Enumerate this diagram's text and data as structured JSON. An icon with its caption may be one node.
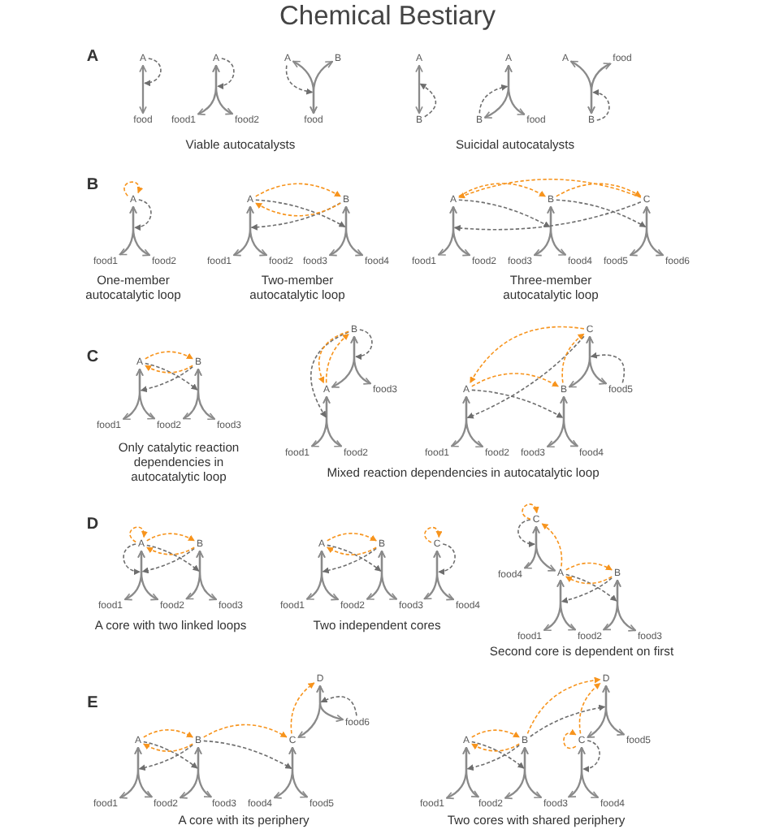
{
  "diagram": {
    "title": "Chemical Bestiary",
    "nodes": [
      {
        "text": [
          "A"
        ]
      },
      {
        "text": [
          "food"
        ]
      },
      {
        "text": [
          "A"
        ]
      },
      {
        "text": [
          "food1"
        ]
      },
      {
        "text": [
          "food2"
        ]
      },
      {
        "text": [
          "A"
        ]
      },
      {
        "text": [
          "B"
        ]
      },
      {
        "text": [
          "food"
        ]
      },
      {
        "text": [
          "A"
        ]
      },
      {
        "text": [
          "B"
        ]
      },
      {
        "text": [
          "A"
        ]
      },
      {
        "text": [
          "B"
        ]
      },
      {
        "text": [
          "food"
        ]
      },
      {
        "text": [
          "A"
        ]
      },
      {
        "text": [
          "food"
        ]
      },
      {
        "text": [
          "B"
        ]
      },
      {
        "text": [
          "A"
        ]
      },
      {
        "text": [
          "food1"
        ]
      },
      {
        "text": [
          "food2"
        ]
      },
      {
        "text": [
          "A"
        ]
      },
      {
        "text": [
          "B"
        ]
      },
      {
        "text": [
          "food1"
        ]
      },
      {
        "text": [
          "food2"
        ]
      },
      {
        "text": [
          "food3"
        ]
      },
      {
        "text": [
          "food4"
        ]
      },
      {
        "text": [
          "A"
        ]
      },
      {
        "text": [
          "B"
        ]
      },
      {
        "text": [
          "C"
        ]
      },
      {
        "text": [
          "food1"
        ]
      },
      {
        "text": [
          "food2"
        ]
      },
      {
        "text": [
          "food3"
        ]
      },
      {
        "text": [
          "food4"
        ]
      },
      {
        "text": [
          "food5"
        ]
      },
      {
        "text": [
          "food6"
        ]
      },
      {
        "text": [
          "A"
        ]
      },
      {
        "text": [
          "B"
        ]
      },
      {
        "text": [
          "food1"
        ]
      },
      {
        "text": [
          "food2"
        ]
      },
      {
        "text": [
          "food3"
        ]
      },
      {
        "text": [
          "B"
        ]
      },
      {
        "text": [
          "A"
        ]
      },
      {
        "text": [
          "food3"
        ]
      },
      {
        "text": [
          "food1"
        ]
      },
      {
        "text": [
          "food2"
        ]
      },
      {
        "text": [
          "C"
        ]
      },
      {
        "text": [
          "A"
        ]
      },
      {
        "text": [
          "B"
        ]
      },
      {
        "text": [
          "food5"
        ]
      },
      {
        "text": [
          "food1"
        ]
      },
      {
        "text": [
          "food2"
        ]
      },
      {
        "text": [
          "food3"
        ]
      },
      {
        "text": [
          "food4"
        ]
      },
      {
        "text": [
          "A"
        ]
      },
      {
        "text": [
          "B"
        ]
      },
      {
        "text": [
          "food1"
        ]
      },
      {
        "text": [
          "food2"
        ]
      },
      {
        "text": [
          "food3"
        ]
      },
      {
        "text": [
          "A"
        ]
      },
      {
        "text": [
          "B"
        ]
      },
      {
        "text": [
          "C"
        ]
      },
      {
        "text": [
          "food1"
        ]
      },
      {
        "text": [
          "food2"
        ]
      },
      {
        "text": [
          "food3"
        ]
      },
      {
        "text": [
          "food4"
        ]
      },
      {
        "text": [
          "C"
        ]
      },
      {
        "text": [
          "food4"
        ]
      },
      {
        "text": [
          "A"
        ]
      },
      {
        "text": [
          "B"
        ]
      },
      {
        "text": [
          "food1"
        ]
      },
      {
        "text": [
          "food2"
        ]
      },
      {
        "text": [
          "food3"
        ]
      },
      {
        "text": [
          "D"
        ]
      },
      {
        "text": [
          "A"
        ]
      },
      {
        "text": [
          "B"
        ]
      },
      {
        "text": [
          "C"
        ]
      },
      {
        "text": [
          "food6"
        ]
      },
      {
        "text": [
          "food1"
        ]
      },
      {
        "text": [
          "food2"
        ]
      },
      {
        "text": [
          "food3"
        ]
      },
      {
        "text": [
          "food4"
        ]
      },
      {
        "text": [
          "food5"
        ]
      },
      {
        "text": [
          "D"
        ]
      },
      {
        "text": [
          "A"
        ]
      },
      {
        "text": [
          "B"
        ]
      },
      {
        "text": [
          "C"
        ]
      },
      {
        "text": [
          "food5"
        ]
      },
      {
        "text": [
          "food1"
        ]
      },
      {
        "text": [
          "food2"
        ]
      },
      {
        "text": [
          "food3"
        ]
      },
      {
        "text": [
          "food4"
        ]
      }
    ],
    "edges": [
      {
        "from": 0,
        "to": 1,
        "arrow": "both"
      },
      {
        "from": 0,
        "to": 0,
        "arrow": "to",
        "style": "dashed"
      },
      {
        "from": 2,
        "to": 3,
        "arrow": "both"
      },
      {
        "from": 2,
        "to": 4,
        "arrow": "both"
      },
      {
        "from": 2,
        "to": 2,
        "arrow": "to",
        "style": "dashed"
      },
      {
        "from": 5,
        "to": 7,
        "arrow": "both"
      },
      {
        "from": 6,
        "to": 7,
        "arrow": "both"
      },
      {
        "from": 5,
        "to": 7,
        "arrow": "to",
        "style": "dashed"
      },
      {
        "from": 8,
        "to": 9,
        "arrow": "both"
      },
      {
        "from": 9,
        "to": 8,
        "arrow": "to",
        "style": "dashed"
      },
      {
        "from": 10,
        "to": 11,
        "arrow": "both"
      },
      {
        "from": 10,
        "to": 12,
        "arrow": "both"
      },
      {
        "from": 11,
        "to": 10,
        "arrow": "to",
        "style": "dashed"
      },
      {
        "from": 13,
        "to": 15,
        "arrow": "both"
      },
      {
        "from": 14,
        "to": 15,
        "arrow": "both"
      },
      {
        "from": 15,
        "to": 15,
        "arrow": "to",
        "style": "dashed"
      },
      {
        "from": 16,
        "to": 17,
        "arrow": "both"
      },
      {
        "from": 16,
        "to": 18,
        "arrow": "both"
      },
      {
        "from": 16,
        "to": 16,
        "arrow": "to",
        "style": "dashed"
      },
      {
        "from": 16,
        "to": 16,
        "arrow": "to",
        "style": "dashed",
        "color": "#f7941d"
      },
      {
        "from": 19,
        "to": 21,
        "arrow": "both"
      },
      {
        "from": 19,
        "to": 22,
        "arrow": "both"
      },
      {
        "from": 20,
        "to": 23,
        "arrow": "both"
      },
      {
        "from": 20,
        "to": 24,
        "arrow": "both"
      },
      {
        "from": 19,
        "to": 20,
        "arrow": "to",
        "style": "dashed"
      },
      {
        "from": 20,
        "to": 19,
        "arrow": "to",
        "style": "dashed"
      },
      {
        "from": 19,
        "to": 20,
        "arrow": "to",
        "style": "dashed",
        "color": "#f7941d"
      },
      {
        "from": 20,
        "to": 19,
        "arrow": "to",
        "style": "dashed",
        "color": "#f7941d"
      },
      {
        "from": 25,
        "to": 28,
        "arrow": "both"
      },
      {
        "from": 25,
        "to": 29,
        "arrow": "both"
      },
      {
        "from": 26,
        "to": 30,
        "arrow": "both"
      },
      {
        "from": 26,
        "to": 31,
        "arrow": "both"
      },
      {
        "from": 27,
        "to": 32,
        "arrow": "both"
      },
      {
        "from": 27,
        "to": 33,
        "arrow": "both"
      },
      {
        "from": 25,
        "to": 26,
        "arrow": "to",
        "style": "dashed"
      },
      {
        "from": 26,
        "to": 27,
        "arrow": "to",
        "style": "dashed"
      },
      {
        "from": 27,
        "to": 25,
        "arrow": "to",
        "style": "dashed"
      },
      {
        "from": 25,
        "to": 26,
        "arrow": "to",
        "style": "dashed",
        "color": "#f7941d"
      },
      {
        "from": 26,
        "to": 27,
        "arrow": "to",
        "style": "dashed",
        "color": "#f7941d"
      },
      {
        "from": 27,
        "to": 25,
        "arrow": "to",
        "style": "dashed",
        "color": "#f7941d"
      },
      {
        "from": 34,
        "to": 36,
        "arrow": "both"
      },
      {
        "from": 34,
        "to": 37,
        "arrow": "both"
      },
      {
        "from": 35,
        "to": 37,
        "arrow": "both"
      },
      {
        "from": 35,
        "to": 38,
        "arrow": "both"
      },
      {
        "from": 34,
        "to": 35,
        "arrow": "to",
        "style": "dashed"
      },
      {
        "from": 35,
        "to": 34,
        "arrow": "to",
        "style": "dashed"
      },
      {
        "from": 34,
        "to": 35,
        "arrow": "to",
        "style": "dashed",
        "color": "#f7941d"
      },
      {
        "from": 35,
        "to": 34,
        "arrow": "to",
        "style": "dashed",
        "color": "#f7941d"
      },
      {
        "from": 39,
        "to": 40,
        "arrow": "both"
      },
      {
        "from": 39,
        "to": 41,
        "arrow": "both"
      },
      {
        "from": 40,
        "to": 42,
        "arrow": "both"
      },
      {
        "from": 40,
        "to": 43,
        "arrow": "both"
      },
      {
        "from": 39,
        "to": 39,
        "arrow": "to",
        "style": "dashed"
      },
      {
        "from": 39,
        "to": 40,
        "arrow": "to",
        "style": "dashed"
      },
      {
        "from": 40,
        "to": 39,
        "arrow": "to",
        "style": "dashed",
        "color": "#f7941d"
      },
      {
        "from": 39,
        "to": 40,
        "arrow": "to",
        "style": "dashed",
        "color": "#f7941d"
      },
      {
        "from": 44,
        "to": 46,
        "arrow": "both"
      },
      {
        "from": 44,
        "to": 47,
        "arrow": "both"
      },
      {
        "from": 45,
        "to": 48,
        "arrow": "both"
      },
      {
        "from": 45,
        "to": 49,
        "arrow": "both"
      },
      {
        "from": 46,
        "to": 50,
        "arrow": "both"
      },
      {
        "from": 46,
        "to": 51,
        "arrow": "both"
      },
      {
        "from": 47,
        "to": 44,
        "arrow": "to",
        "style": "dashed"
      },
      {
        "from": 45,
        "to": 46,
        "arrow": "to",
        "style": "dashed"
      },
      {
        "from": 44,
        "to": 45,
        "arrow": "to",
        "style": "dashed"
      },
      {
        "from": 45,
        "to": 46,
        "arrow": "to",
        "style": "dashed",
        "color": "#f7941d"
      },
      {
        "from": 46,
        "to": 44,
        "arrow": "to",
        "style": "dashed",
        "color": "#f7941d"
      },
      {
        "from": 44,
        "to": 45,
        "arrow": "to",
        "style": "dashed",
        "color": "#f7941d"
      },
      {
        "from": 52,
        "to": 54,
        "arrow": "both"
      },
      {
        "from": 52,
        "to": 55,
        "arrow": "both"
      },
      {
        "from": 53,
        "to": 55,
        "arrow": "both"
      },
      {
        "from": 53,
        "to": 56,
        "arrow": "both"
      },
      {
        "from": 52,
        "to": 52,
        "arrow": "to",
        "style": "dashed"
      },
      {
        "from": 52,
        "to": 53,
        "arrow": "to",
        "style": "dashed"
      },
      {
        "from": 53,
        "to": 52,
        "arrow": "to",
        "style": "dashed"
      },
      {
        "from": 52,
        "to": 52,
        "arrow": "to",
        "style": "dashed",
        "color": "#f7941d"
      },
      {
        "from": 52,
        "to": 53,
        "arrow": "to",
        "style": "dashed",
        "color": "#f7941d"
      },
      {
        "from": 53,
        "to": 52,
        "arrow": "to",
        "style": "dashed",
        "color": "#f7941d"
      },
      {
        "from": 57,
        "to": 60,
        "arrow": "both"
      },
      {
        "from": 57,
        "to": 61,
        "arrow": "both"
      },
      {
        "from": 58,
        "to": 61,
        "arrow": "both"
      },
      {
        "from": 58,
        "to": 62,
        "arrow": "both"
      },
      {
        "from": 59,
        "to": 62,
        "arrow": "both"
      },
      {
        "from": 59,
        "to": 63,
        "arrow": "both"
      },
      {
        "from": 57,
        "to": 58,
        "arrow": "to",
        "style": "dashed"
      },
      {
        "from": 58,
        "to": 57,
        "arrow": "to",
        "style": "dashed"
      },
      {
        "from": 59,
        "to": 59,
        "arrow": "to",
        "style": "dashed"
      },
      {
        "from": 57,
        "to": 58,
        "arrow": "to",
        "style": "dashed",
        "color": "#f7941d"
      },
      {
        "from": 58,
        "to": 57,
        "arrow": "to",
        "style": "dashed",
        "color": "#f7941d"
      },
      {
        "from": 59,
        "to": 59,
        "arrow": "to",
        "style": "dashed",
        "color": "#f7941d"
      },
      {
        "from": 64,
        "to": 65,
        "arrow": "both"
      },
      {
        "from": 64,
        "to": 66,
        "arrow": "both"
      },
      {
        "from": 66,
        "to": 68,
        "arrow": "both"
      },
      {
        "from": 66,
        "to": 69,
        "arrow": "both"
      },
      {
        "from": 67,
        "to": 69,
        "arrow": "both"
      },
      {
        "from": 67,
        "to": 70,
        "arrow": "both"
      },
      {
        "from": 64,
        "to": 64,
        "arrow": "to",
        "style": "dashed"
      },
      {
        "from": 66,
        "to": 67,
        "arrow": "to",
        "style": "dashed"
      },
      {
        "from": 67,
        "to": 66,
        "arrow": "to",
        "style": "dashed"
      },
      {
        "from": 64,
        "to": 64,
        "arrow": "to",
        "style": "dashed",
        "color": "#f7941d"
      },
      {
        "from": 66,
        "to": 64,
        "arrow": "to",
        "style": "dashed",
        "color": "#f7941d"
      },
      {
        "from": 66,
        "to": 67,
        "arrow": "to",
        "style": "dashed",
        "color": "#f7941d"
      },
      {
        "from": 67,
        "to": 66,
        "arrow": "to",
        "style": "dashed",
        "color": "#f7941d"
      },
      {
        "from": 71,
        "to": 74,
        "arrow": "both"
      },
      {
        "from": 71,
        "to": 75,
        "arrow": "both"
      },
      {
        "from": 72,
        "to": 76,
        "arrow": "both"
      },
      {
        "from": 72,
        "to": 77,
        "arrow": "both"
      },
      {
        "from": 73,
        "to": 77,
        "arrow": "both"
      },
      {
        "from": 73,
        "to": 78,
        "arrow": "both"
      },
      {
        "from": 74,
        "to": 79,
        "arrow": "both"
      },
      {
        "from": 74,
        "to": 80,
        "arrow": "both"
      },
      {
        "from": 72,
        "to": 73,
        "arrow": "to",
        "style": "dashed"
      },
      {
        "from": 73,
        "to": 72,
        "arrow": "to",
        "style": "dashed"
      },
      {
        "from": 73,
        "to": 74,
        "arrow": "to",
        "style": "dashed"
      },
      {
        "from": 75,
        "to": 71,
        "arrow": "to",
        "style": "dashed"
      },
      {
        "from": 72,
        "to": 73,
        "arrow": "to",
        "style": "dashed",
        "color": "#f7941d"
      },
      {
        "from": 73,
        "to": 72,
        "arrow": "to",
        "style": "dashed",
        "color": "#f7941d"
      },
      {
        "from": 73,
        "to": 74,
        "arrow": "to",
        "style": "dashed",
        "color": "#f7941d"
      },
      {
        "from": 74,
        "to": 71,
        "arrow": "to",
        "style": "dashed",
        "color": "#f7941d"
      },
      {
        "from": 81,
        "to": 84,
        "arrow": "both"
      },
      {
        "from": 81,
        "to": 85,
        "arrow": "both"
      },
      {
        "from": 82,
        "to": 86,
        "arrow": "both"
      },
      {
        "from": 82,
        "to": 87,
        "arrow": "both"
      },
      {
        "from": 83,
        "to": 87,
        "arrow": "both"
      },
      {
        "from": 83,
        "to": 88,
        "arrow": "both"
      },
      {
        "from": 84,
        "to": 88,
        "arrow": "both"
      },
      {
        "from": 84,
        "to": 89,
        "arrow": "both"
      },
      {
        "from": 82,
        "to": 83,
        "arrow": "to",
        "style": "dashed"
      },
      {
        "from": 83,
        "to": 82,
        "arrow": "to",
        "style": "dashed"
      },
      {
        "from": 83,
        "to": 81,
        "arrow": "to",
        "style": "dashed"
      },
      {
        "from": 84,
        "to": 84,
        "arrow": "to",
        "style": "dashed"
      },
      {
        "from": 82,
        "to": 83,
        "arrow": "to",
        "style": "dashed",
        "color": "#f7941d"
      },
      {
        "from": 83,
        "to": 82,
        "arrow": "to",
        "style": "dashed",
        "color": "#f7941d"
      },
      {
        "from": 83,
        "to": 81,
        "arrow": "to",
        "style": "dashed",
        "color": "#f7941d"
      },
      {
        "from": 84,
        "to": 84,
        "arrow": "to",
        "style": "dashed",
        "color": "#f7941d"
      },
      {
        "from": 84,
        "to": 81,
        "arrow": "to",
        "style": "dashed",
        "color": "#f7941d"
      }
    ],
    "labels": [
      "A",
      "Viable autocatalysts",
      "Suicidal autocatalysts",
      "B",
      "One-member autocatalytic loop",
      "Two-member autocatalytic loop",
      "Three-member autocatalytic loop",
      "C",
      "Only catalytic reaction dependencies in autocatalytic loop",
      "Mixed reaction dependencies in autocatalytic loop",
      "D",
      "A core with two linked loops",
      "Two independent cores",
      "Second core is dependent on first",
      "E",
      "A core with its periphery",
      "Two cores with shared periphery"
    ]
  }
}
